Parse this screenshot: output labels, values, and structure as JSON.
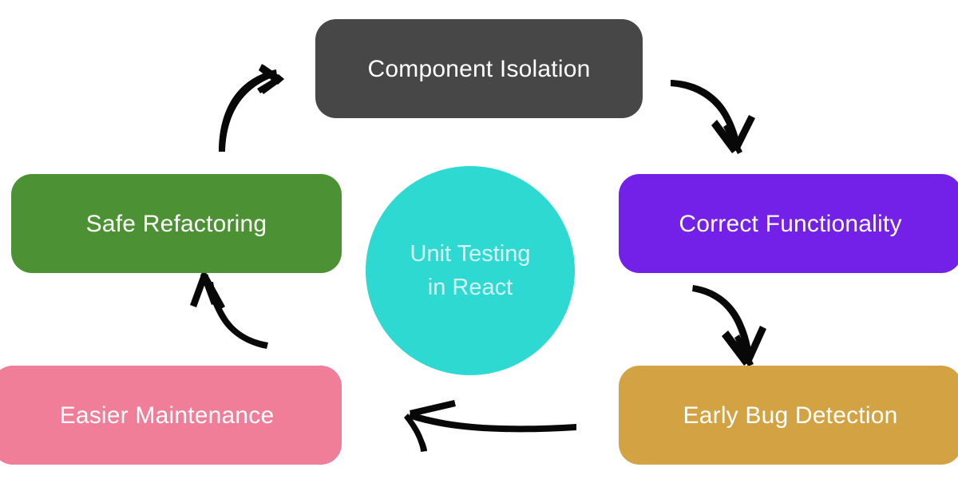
{
  "diagram": {
    "title": "Unit Testing in React benefits cycle",
    "type": "cycle-diagram",
    "background_color": "#ffffff",
    "center": {
      "name": "center-circle",
      "line1": "Unit Testing",
      "line2": "in React",
      "shape": "circle",
      "color": "#2ED9D1",
      "text_color": "#ffffff"
    },
    "nodes": [
      {
        "id": "component-isolation",
        "label": "Component Isolation",
        "color": "#474747",
        "text_color": "#ffffff",
        "position": "top"
      },
      {
        "id": "correct-functionality",
        "label": "Correct Functionality",
        "color": "#7321E8",
        "text_color": "#ffffff",
        "position": "right-upper"
      },
      {
        "id": "early-bug-detection",
        "label": "Early Bug Detection",
        "color": "#D3A243",
        "text_color": "#ffffff",
        "position": "right-lower"
      },
      {
        "id": "easier-maintenance",
        "label": "Easier Maintenance",
        "color": "#F07E99",
        "text_color": "#ffffff",
        "position": "left-lower"
      },
      {
        "id": "safe-refactoring",
        "label": "Safe Refactoring",
        "color": "#4C9133",
        "text_color": "#ffffff",
        "position": "left-upper"
      }
    ],
    "arrows": [
      {
        "id": "safe-refactoring-to-component-isolation",
        "from": "safe-refactoring",
        "to": "component-isolation",
        "direction": "up-right",
        "color": "#080808"
      },
      {
        "id": "component-isolation-to-correct-functionality",
        "from": "component-isolation",
        "to": "correct-functionality",
        "direction": "down-right",
        "color": "#080808"
      },
      {
        "id": "correct-functionality-to-early-bug-detection",
        "from": "correct-functionality",
        "to": "early-bug-detection",
        "direction": "down",
        "color": "#080808"
      },
      {
        "id": "early-bug-detection-to-easier-maintenance",
        "from": "early-bug-detection",
        "to": "easier-maintenance",
        "direction": "left",
        "color": "#080808"
      },
      {
        "id": "easier-maintenance-to-safe-refactoring",
        "from": "easier-maintenance",
        "to": "safe-refactoring",
        "direction": "up",
        "color": "#080808"
      }
    ]
  }
}
